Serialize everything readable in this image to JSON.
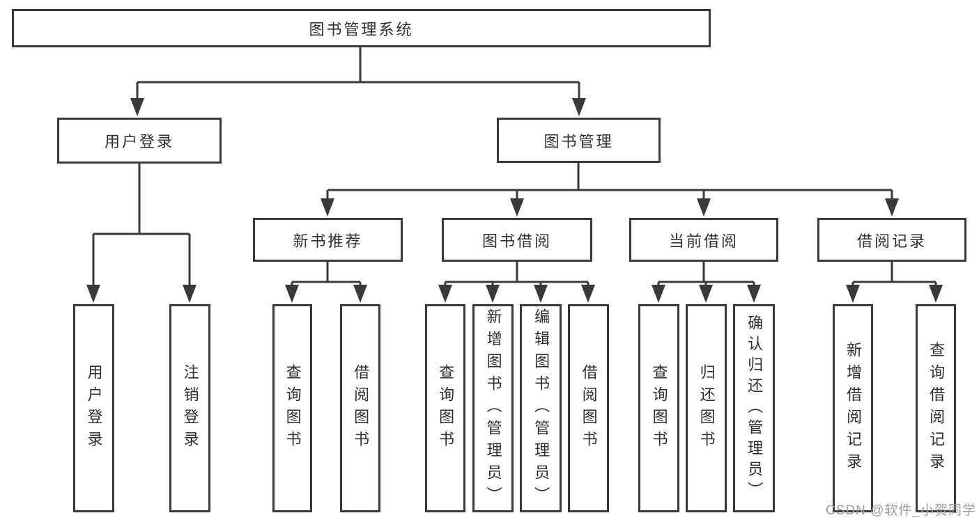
{
  "root": {
    "label": "图书管理系统"
  },
  "level2": {
    "user_login": {
      "label": "用户登录"
    },
    "book_management": {
      "label": "图书管理"
    }
  },
  "level3": {
    "new_book_rec": {
      "label": "新书推荐"
    },
    "book_borrowing": {
      "label": "图书借阅"
    },
    "current_borrowing": {
      "label": "当前借阅"
    },
    "borrowing_records": {
      "label": "借阅记录"
    }
  },
  "leaves": {
    "user_login": {
      "label": "用户登录"
    },
    "logout": {
      "label": "注销登录"
    },
    "rec_query_books": {
      "label": "查询图书"
    },
    "rec_borrow_books": {
      "label": "借阅图书"
    },
    "bb_query_books": {
      "label": "查询图书"
    },
    "bb_add_books_admin": {
      "label": "新增图书（管理员）"
    },
    "bb_edit_books_admin": {
      "label": "编辑图书（管理员）"
    },
    "bb_borrow_books": {
      "label": "借阅图书"
    },
    "cb_query_books": {
      "label": "查询图书"
    },
    "cb_return_books": {
      "label": "归还图书"
    },
    "cb_confirm_return_admin": {
      "label": "确认归还（管理员）"
    },
    "br_add_record": {
      "label": "新增借阅记录"
    },
    "br_query_record": {
      "label": "查询借阅记录"
    }
  },
  "watermark": {
    "text": "CSDN @软件_小贺同学"
  },
  "colors": {
    "line": "#3a3a3a",
    "box_border": "#3a3a3a",
    "text": "#2f2f2f",
    "watermark": "#9e9e9e",
    "background": "#ffffff"
  }
}
